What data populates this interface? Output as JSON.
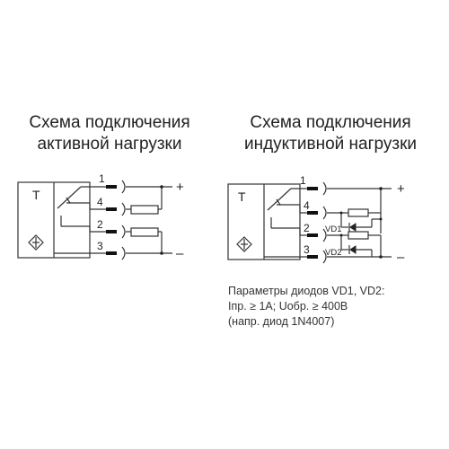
{
  "left_diagram": {
    "title_line1": "Схема подключения",
    "title_line2": "активной нагрузки",
    "block_label": "T",
    "pins": [
      "1",
      "4",
      "2",
      "3"
    ],
    "supply_plus": "+",
    "supply_minus": "–"
  },
  "right_diagram": {
    "title_line1": "Схема подключения",
    "title_line2": "индуктивной нагрузки",
    "block_label": "T",
    "pins": [
      "1",
      "4",
      "2",
      "3"
    ],
    "diode_labels": [
      "VD1",
      "VD2"
    ],
    "supply_plus": "+",
    "supply_minus": "–"
  },
  "note": {
    "line1": "Параметры диодов VD1, VD2:",
    "line2": "Iпр. ≥ 1A; Uобр. ≥ 400В",
    "line3": "(напр. диод 1N4007)"
  }
}
